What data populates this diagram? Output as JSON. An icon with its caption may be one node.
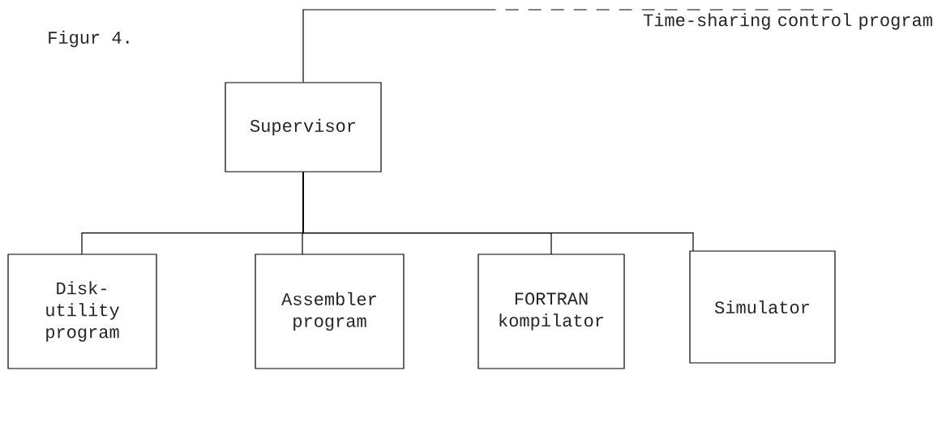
{
  "diagram": {
    "nodes": [
      {
        "text": [
          "Supervisor"
        ]
      },
      {
        "text": [
          "Time-sharing control program"
        ]
      },
      {
        "text": [
          "Disk-utility program"
        ]
      },
      {
        "text": [
          "Assembler program"
        ]
      },
      {
        "text": [
          "FORTRAN kompilator"
        ]
      },
      {
        "text": [
          "Simulator"
        ]
      }
    ],
    "edges": [
      {
        "from": 0,
        "to": 1,
        "arrow": "none",
        "style": "dashed"
      },
      {
        "from": 0,
        "to": 2,
        "arrow": "none"
      },
      {
        "from": 0,
        "to": 3,
        "arrow": "none"
      },
      {
        "from": 0,
        "to": 4,
        "arrow": "none"
      },
      {
        "from": 0,
        "to": 5,
        "arrow": "none"
      }
    ],
    "labels": [
      "Figur 4."
    ]
  }
}
